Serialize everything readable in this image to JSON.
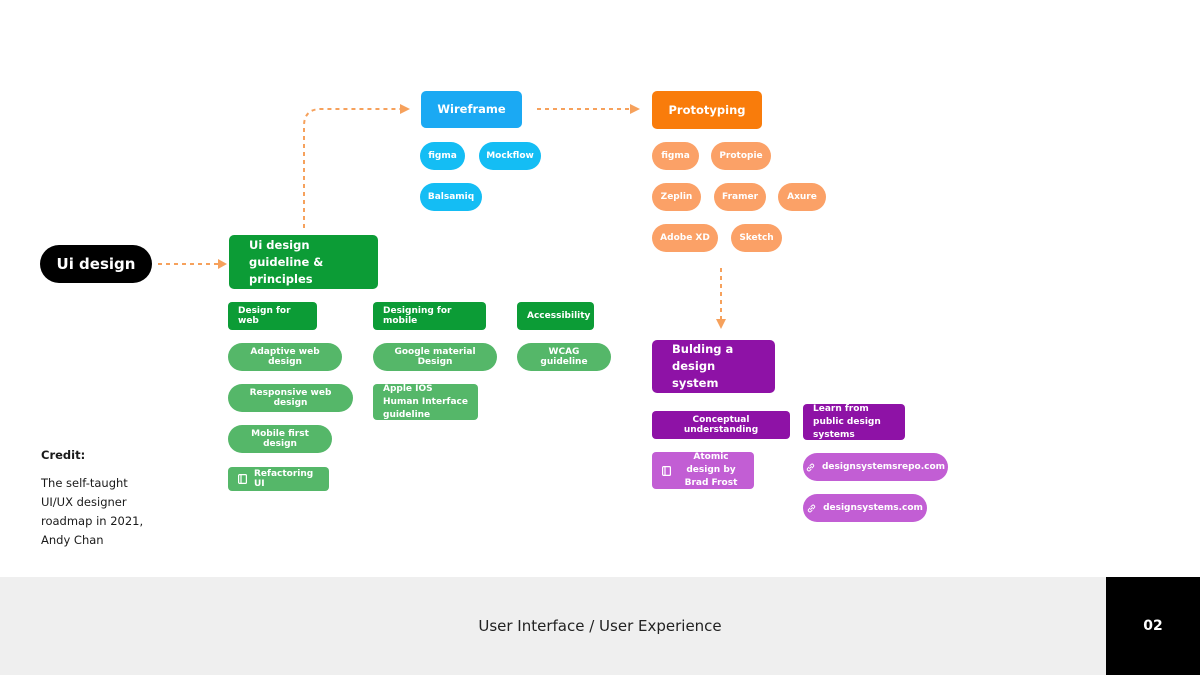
{
  "root": {
    "label": "Ui design"
  },
  "guideline": {
    "title": "Ui design guideline & principles",
    "columns": [
      {
        "heading": "Design for web",
        "items": [
          "Adaptive web design",
          "Responsive web design",
          "Mobile first design",
          "Refactoring UI"
        ]
      },
      {
        "heading": "Designing for mobile",
        "items": [
          "Google material Design",
          "Apple IOS Human Interface guideline"
        ]
      },
      {
        "heading": "Accessibility",
        "items": [
          "WCAG guideline"
        ]
      }
    ]
  },
  "wireframe": {
    "title": "Wireframe",
    "tools": [
      "figma",
      "Mockflow",
      "Balsamiq"
    ]
  },
  "prototyping": {
    "title": "Prototyping",
    "tools": [
      "figma",
      "Protopie",
      "Zeplin",
      "Framer",
      "Axure",
      "Adobe XD",
      "Sketch"
    ]
  },
  "design_system": {
    "title": "Bulding a design system",
    "conceptual": {
      "heading": "Conceptual understanding",
      "items": [
        "Atomic design by Brad Frost"
      ]
    },
    "public": {
      "heading": "Learn from public design systems",
      "items": [
        "designsystemsrepo.com",
        "designsystems.com"
      ]
    }
  },
  "credit": {
    "heading": "Credit:",
    "lines": [
      "The self-taught",
      "UI/UX designer",
      "roadmap in 2021,",
      "Andy Chan"
    ]
  },
  "footer": {
    "text": "User Interface / User Experience",
    "page": "02"
  },
  "colors": {
    "root": "#000000",
    "green_dark": "#0c9c36",
    "green_light": "#55b769",
    "wireframe": "#1ba9f3",
    "wireframe_tools": "#14bdf4",
    "prototyping": "#f97c0b",
    "prototyping_tools": "#fba167",
    "design_system": "#8e12a6",
    "design_system_links": "#c25ed4",
    "connector": "#f6a15c"
  },
  "icons": [
    "book-icon",
    "link-icon"
  ]
}
